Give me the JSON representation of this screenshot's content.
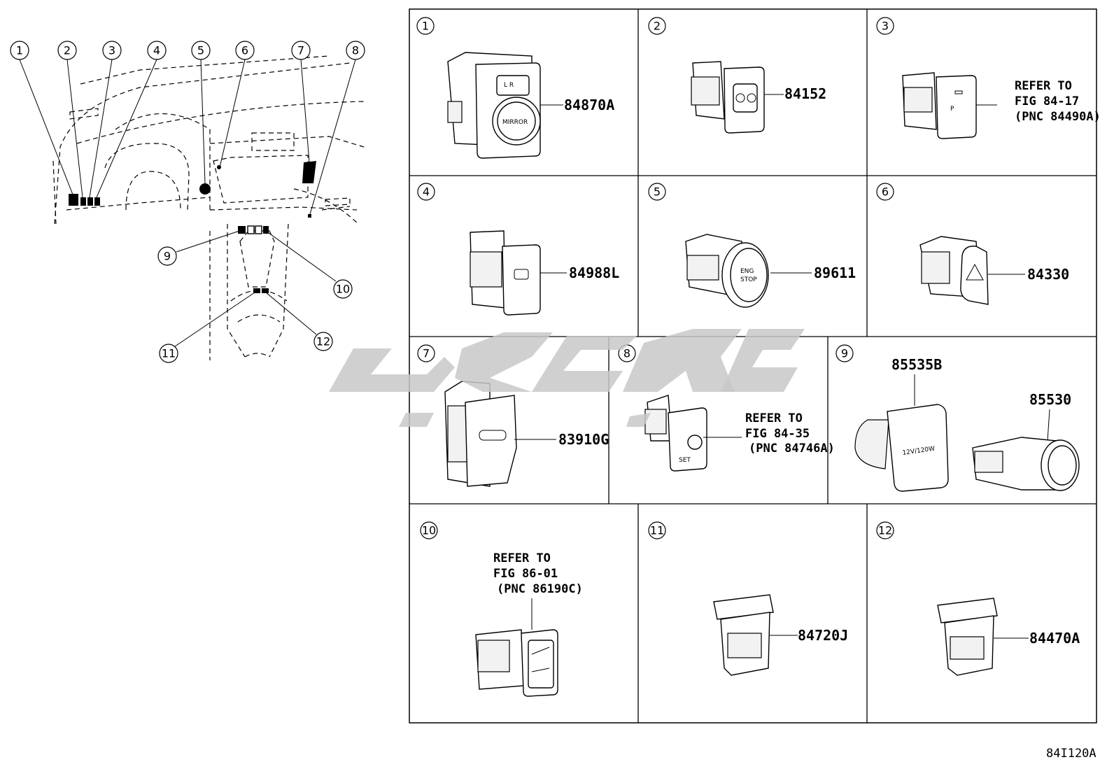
{
  "callouts": [
    "1",
    "2",
    "3",
    "4",
    "5",
    "6",
    "7",
    "8",
    "9",
    "10",
    "11",
    "12"
  ],
  "parts": {
    "p1": "84870A",
    "p2": "84152",
    "p4": "84988L",
    "p5": "89611",
    "p6": "84330",
    "p7": "83910G",
    "p9a": "85535B",
    "p9b": "85530",
    "p11": "84720J",
    "p12": "84470A"
  },
  "refs": {
    "r3": {
      "l1": "REFER TO",
      "l2": "FIG 84-17",
      "l3": "(PNC 84490A)"
    },
    "r8": {
      "l1": "REFER TO",
      "l2": "FIG 84-35",
      "l3": "(PNC 84746A)"
    },
    "r10": {
      "l1": "REFER TO",
      "l2": "FIG 86-01",
      "l3": "(PNC 86190C)"
    }
  },
  "switch_labels": {
    "mirror": "MIRROR",
    "lr": "L  R",
    "power_outlet": "12V/120W",
    "set": "SET"
  },
  "figure_code": "84I120A"
}
